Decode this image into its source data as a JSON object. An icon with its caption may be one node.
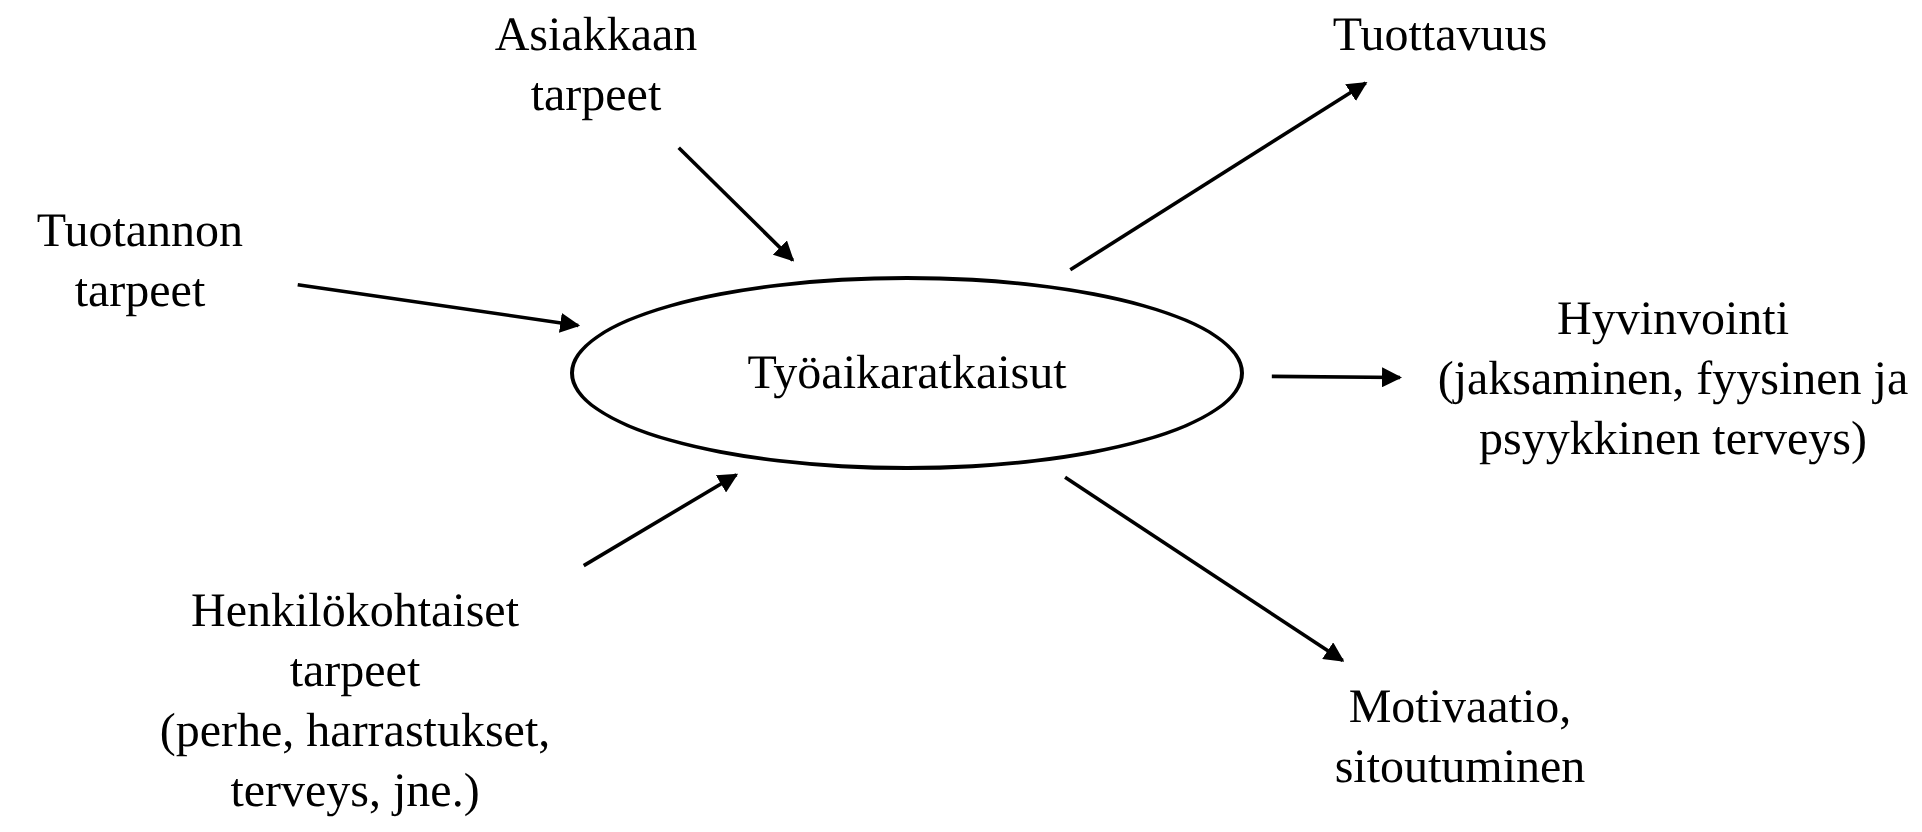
{
  "diagram": {
    "nodes": [
      {
        "text": [
          "Asiakkaan tarpeet"
        ]
      },
      {
        "text": [
          "Tuottavuus"
        ]
      },
      {
        "text": [
          "Tuotannon tarpeet"
        ]
      },
      {
        "text": [
          "Työaikaratkaisut"
        ]
      },
      {
        "text": [
          "Hyvinvointi",
          "(jaksaminen, fyysinen ja psyykkinen terveys)"
        ]
      },
      {
        "text": [
          "Henkilökohtaiset tarpeet",
          "(perhe, harrastukset, terveys, jne.)"
        ]
      },
      {
        "text": [
          "Motivaatio, sitoutuminen"
        ]
      }
    ],
    "edges": [
      {
        "from": 0,
        "to": 3,
        "arrow": "to"
      },
      {
        "from": 2,
        "to": 3,
        "arrow": "to"
      },
      {
        "from": 5,
        "to": 3,
        "arrow": "to"
      },
      {
        "from": 3,
        "to": 1,
        "arrow": "to"
      },
      {
        "from": 3,
        "to": 4,
        "arrow": "to"
      },
      {
        "from": 3,
        "to": 6,
        "arrow": "to"
      }
    ]
  }
}
